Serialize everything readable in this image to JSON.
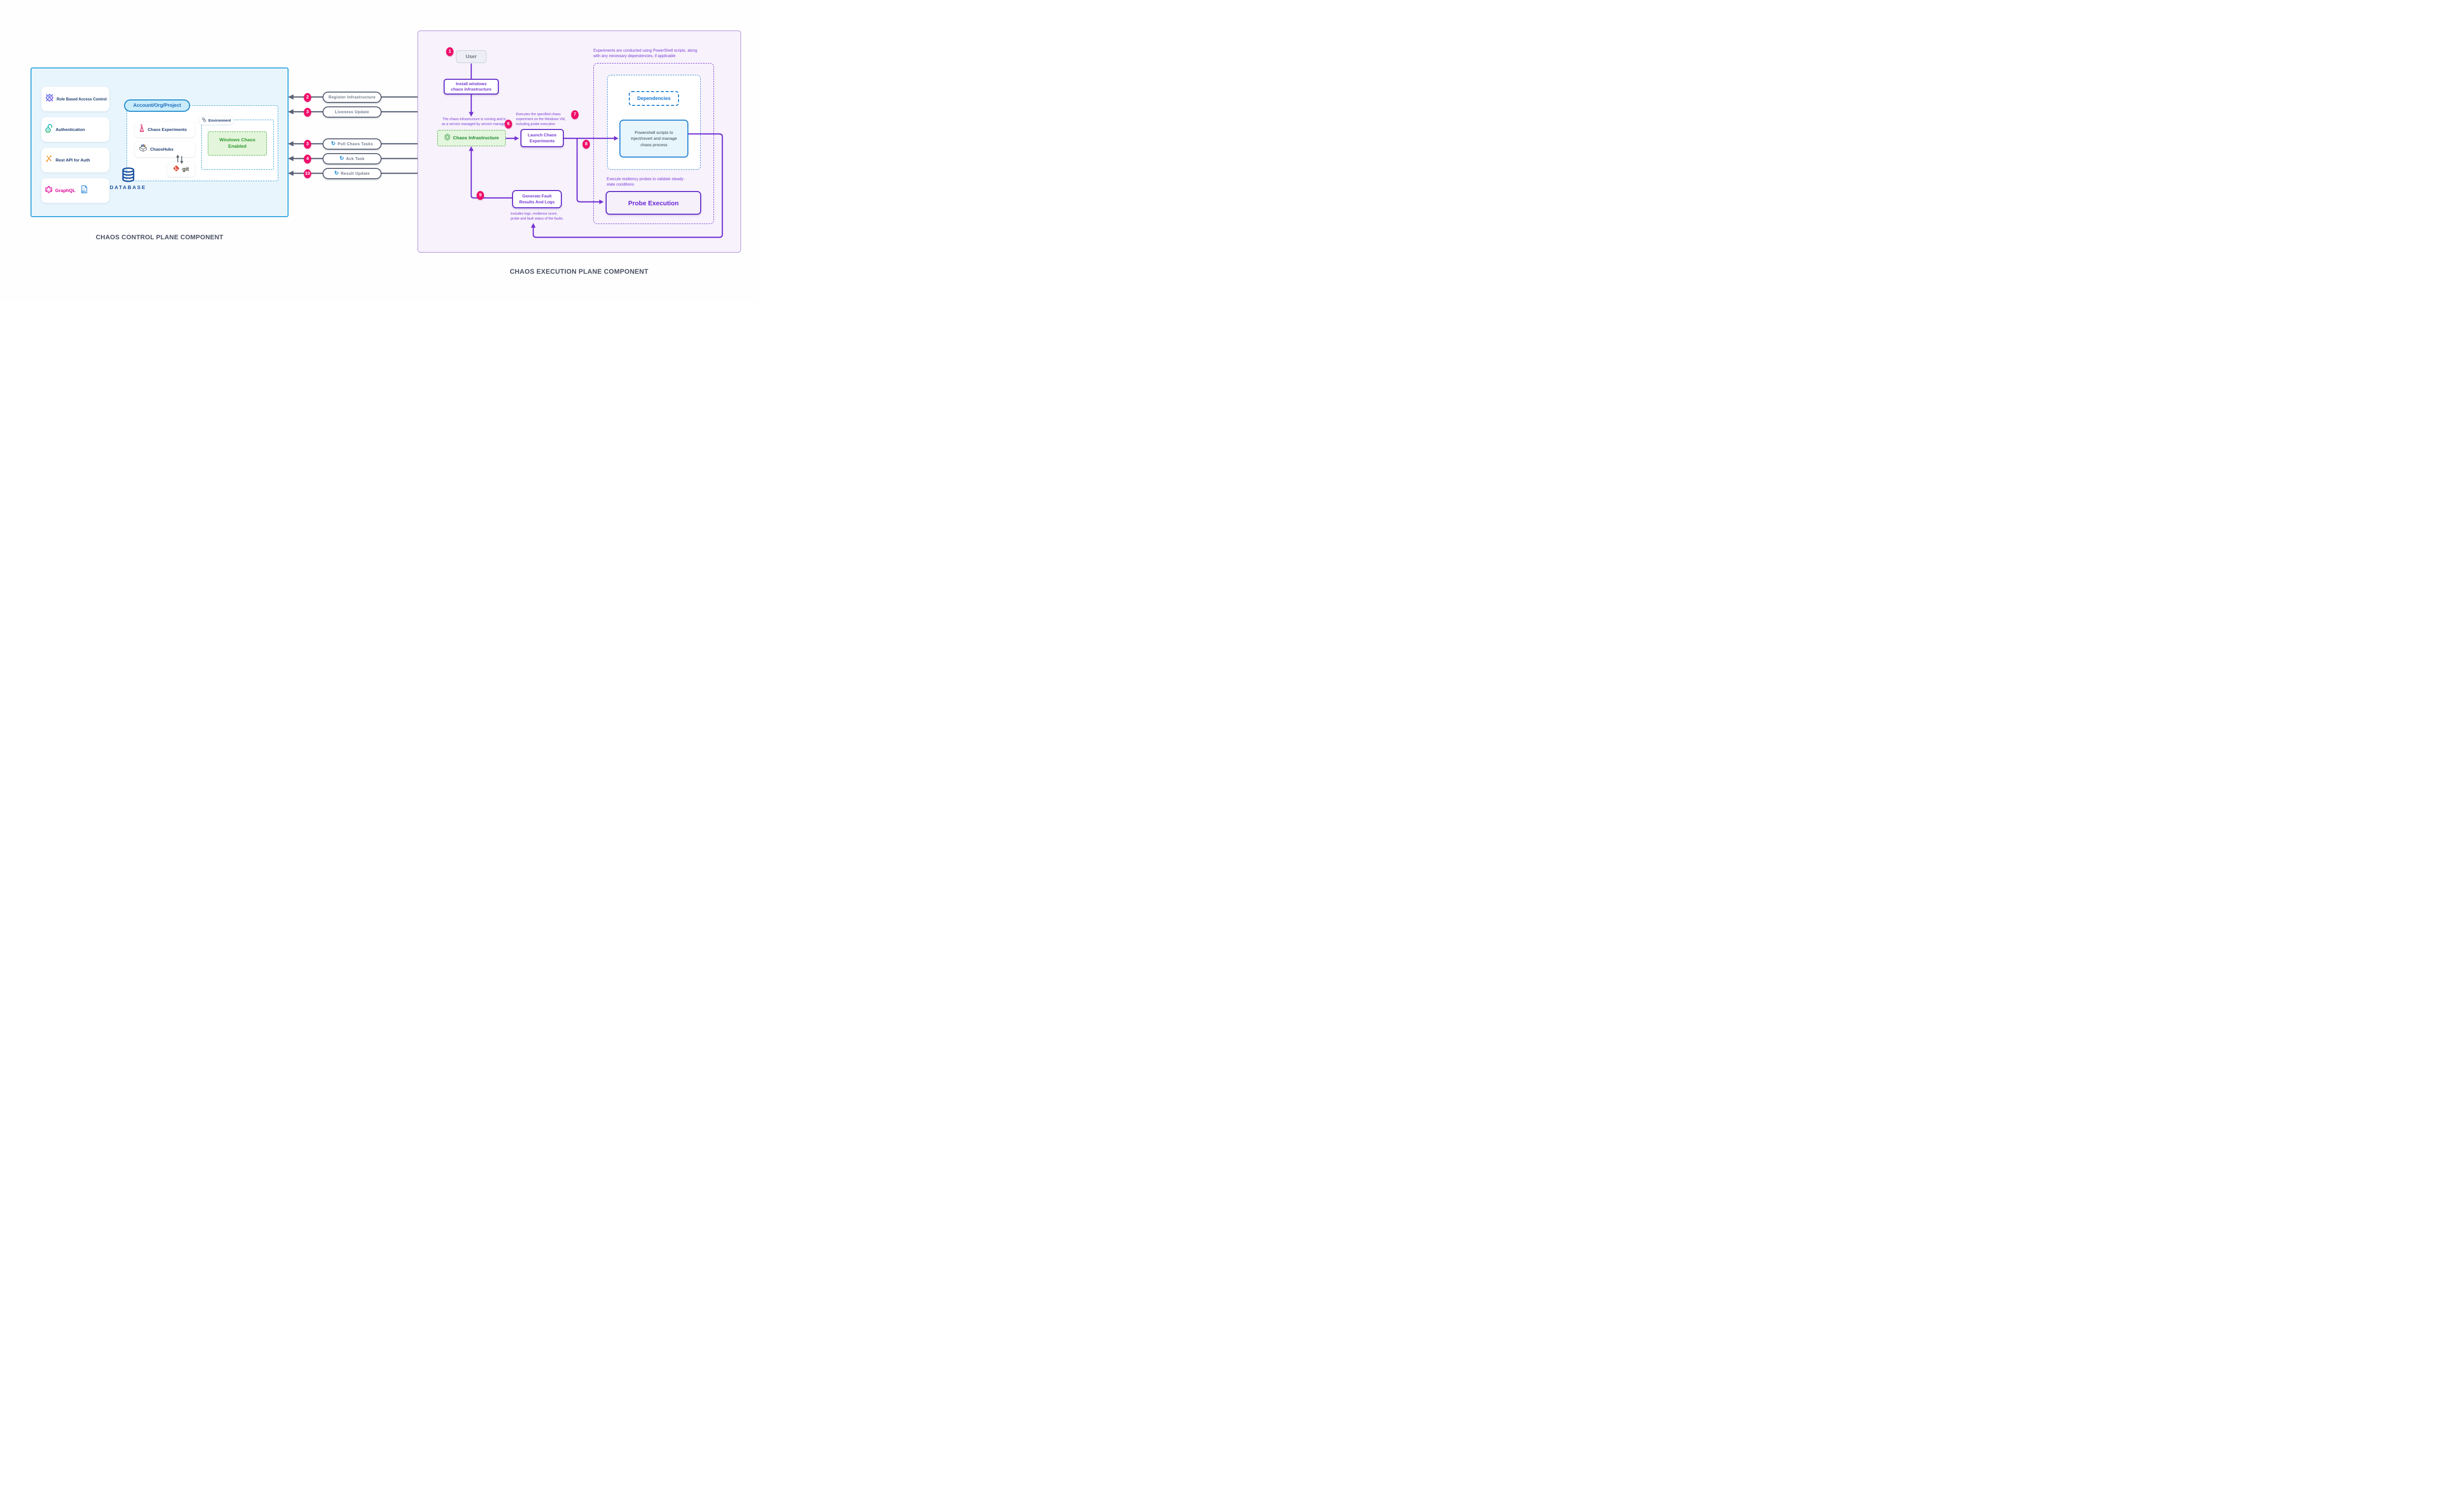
{
  "titles": {
    "left": "CHAOS CONTROL PLANE COMPONENT",
    "right": "CHAOS EXECUTION PLANE COMPONENT"
  },
  "control_plane": {
    "cards": [
      {
        "label": "Role Based Access Control",
        "icon": "rbac-icon"
      },
      {
        "label": "Authentication",
        "icon": "open-lock-icon"
      },
      {
        "label": "Rest API for Auth",
        "icon": "branch-nodes-icon"
      },
      {
        "label": "GraphQL",
        "icon": "graphql-icon"
      }
    ],
    "graphql_api_badge": "API",
    "account_scope": "Account/Org/Project",
    "chaos_experiments": "Chaos Experiments",
    "chaoshubs": "ChaosHubs",
    "git": "git",
    "environment": "Environment",
    "windows_chaos_enabled": "Windows Chaos\nEnabled",
    "database": "DATABASE"
  },
  "flows": [
    {
      "badge": "2",
      "label": "Register Infrastructure"
    },
    {
      "badge": "3",
      "label": "Liveness Update"
    },
    {
      "badge": "3",
      "label": "Poll Chaos Tasks"
    },
    {
      "badge": "4",
      "label": "Ack Task"
    },
    {
      "badge": "10",
      "label": "Result Update"
    }
  ],
  "execution_plane": {
    "badges": {
      "user": "1",
      "running": "6",
      "executes": "7",
      "launch_branch": "8",
      "results": "9"
    },
    "user": "User",
    "install": "Install windows\nchaos infrastructure",
    "running_note": "The chaos infrastructure is running and is\nas a service managed by service manager",
    "chaos_infrastructure": "Chaos Infrastructure",
    "executes_note": "Executes the specified chaos\nexperiment on the Windows VM,\nincluding probe execution",
    "launch": "Launch Chaos\nExperiments",
    "powershell_note": "Experiments are conducted using PowerShell scripts, along\nwith any necessary dependencies, if applicable",
    "dependencies": "Dependencies",
    "powershell_scripts": "Powershell scripts to\ninject/revert and manage\nchaos process",
    "probes_note": "Execute resiliency probes to validate steady-\nstate conditions",
    "probe_execution": "Probe Execution",
    "generate": "Generate Fault\nResults And Logs",
    "includes_note": "Includes logs, resilience score,\nprobe and fault status of the faults."
  },
  "colors": {
    "accent_purple": "#6d28d9",
    "accent_blue": "#1e88d2",
    "accent_green": "#2d9b2d",
    "badge_pink": "#ef0f6a",
    "line_slate": "#5a6276",
    "panel_blue_bg": "#e9f5fc",
    "panel_purple_bg": "#f7f2fb"
  }
}
